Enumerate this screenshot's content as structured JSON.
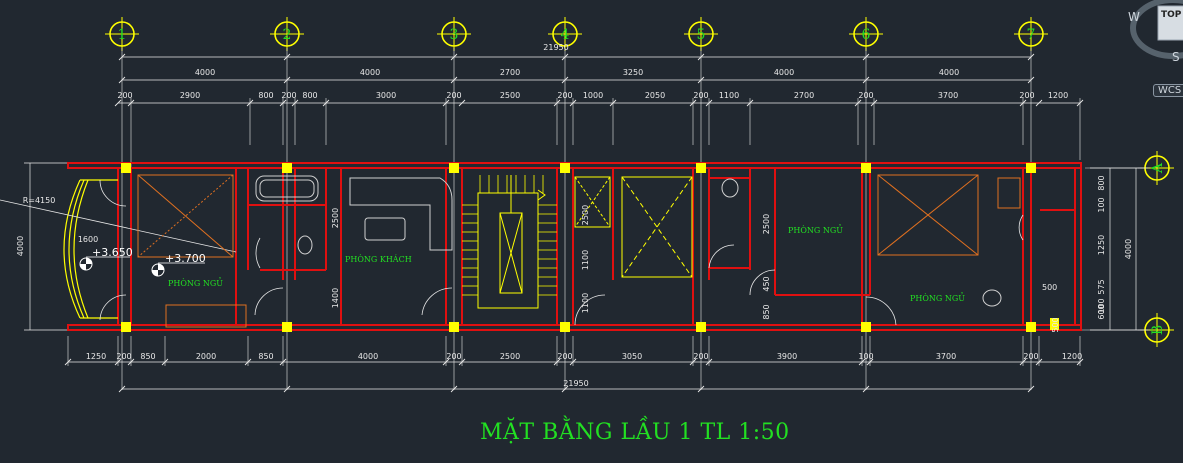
{
  "drawing": {
    "title": "MẶT BẰNG LẦU 1  TL 1:50",
    "axes_numbered": [
      "1",
      "2",
      "3",
      "4",
      "5",
      "6",
      "7"
    ],
    "axes_lettered": [
      "A",
      "B"
    ],
    "overall_top": "21950",
    "overall_bottom": "21950",
    "top_row1": [
      "4000",
      "4000",
      "2700",
      "3250",
      "4000",
      "4000"
    ],
    "top_row2": [
      "200",
      "2900",
      "800",
      "200",
      "800",
      "3000",
      "200",
      "2500",
      "200",
      "1000",
      "2050",
      "200",
      "1100",
      "2700",
      "200",
      "3700",
      "200",
      "1200"
    ],
    "bottom_row": [
      "1250",
      "200",
      "850",
      "2000",
      "850",
      "4000",
      "200",
      "2500",
      "200",
      "3050",
      "200",
      "3900",
      "100",
      "3700",
      "200",
      "1200"
    ],
    "left_dims": [
      "4000",
      "1600",
      "R=4150"
    ],
    "right_dims": [
      "800",
      "100",
      "1250",
      "575",
      "100",
      "600",
      "4000"
    ],
    "right_extra": [
      "500",
      "500"
    ],
    "interior_dims": [
      "2500",
      "1400",
      "2500",
      "1100",
      "1100",
      "2500",
      "450",
      "850"
    ],
    "rooms": [
      "PHÒNG NGỦ",
      "PHÒNG KHÁCH",
      "PHÒNG NGỦ",
      "PHÒNG NGỦ"
    ],
    "elevations": [
      "+3.650",
      "+3.700"
    ]
  },
  "viewcube": {
    "compass_w": "W",
    "compass_s": "S",
    "top_label": "TOP",
    "wcs": "WCS"
  },
  "colors": {
    "background": "#212830",
    "walls": "#e01010",
    "columns": "#ffff00",
    "axis_circle": "#ffff00",
    "text_green": "#22e022",
    "dimension": "#e8e8e8"
  }
}
